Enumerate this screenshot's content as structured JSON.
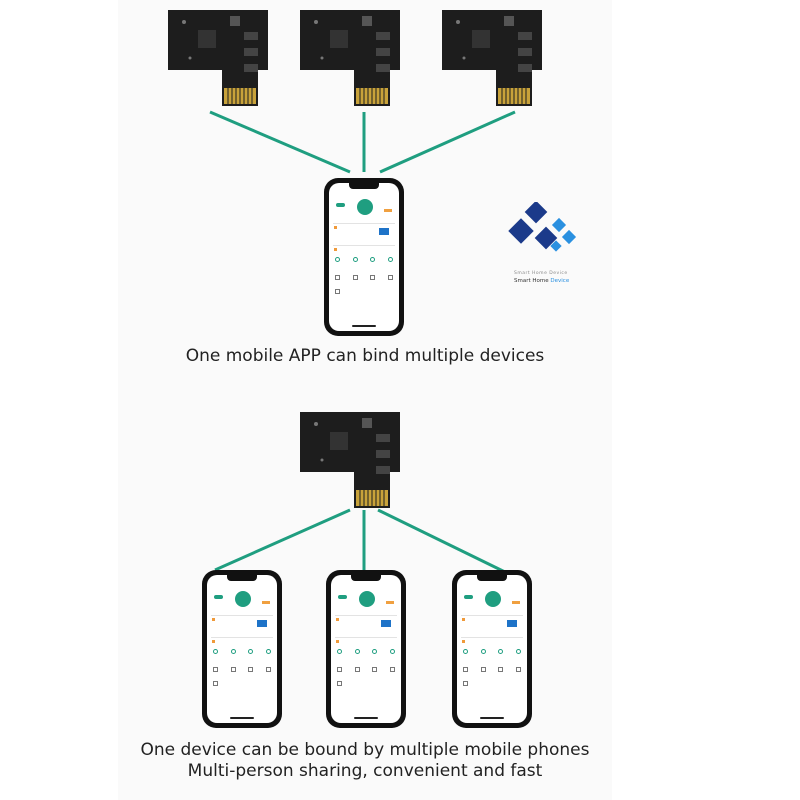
{
  "captions": {
    "top": "One mobile APP can bind multiple devices",
    "bottom_line1": "One device can be bound by multiple mobile phones",
    "bottom_line2": "Multi-person sharing, convenient and fast"
  },
  "logo": {
    "line1": "Smart Home Device",
    "line2_plain": "Smart Home",
    "line2_accent": "Device",
    "accent_color": "#2a90e0",
    "dark_color": "#1b3a8a"
  },
  "colors": {
    "connector": "#1f9e80",
    "board": "#1d1d1d",
    "gold": "#c8a23a",
    "teal": "#1f9e80",
    "orange": "#f0a040",
    "blue": "#1e73c8"
  },
  "icons": [
    "circuit-board-icon",
    "smartphone-icon",
    "diamond-logo-icon"
  ]
}
